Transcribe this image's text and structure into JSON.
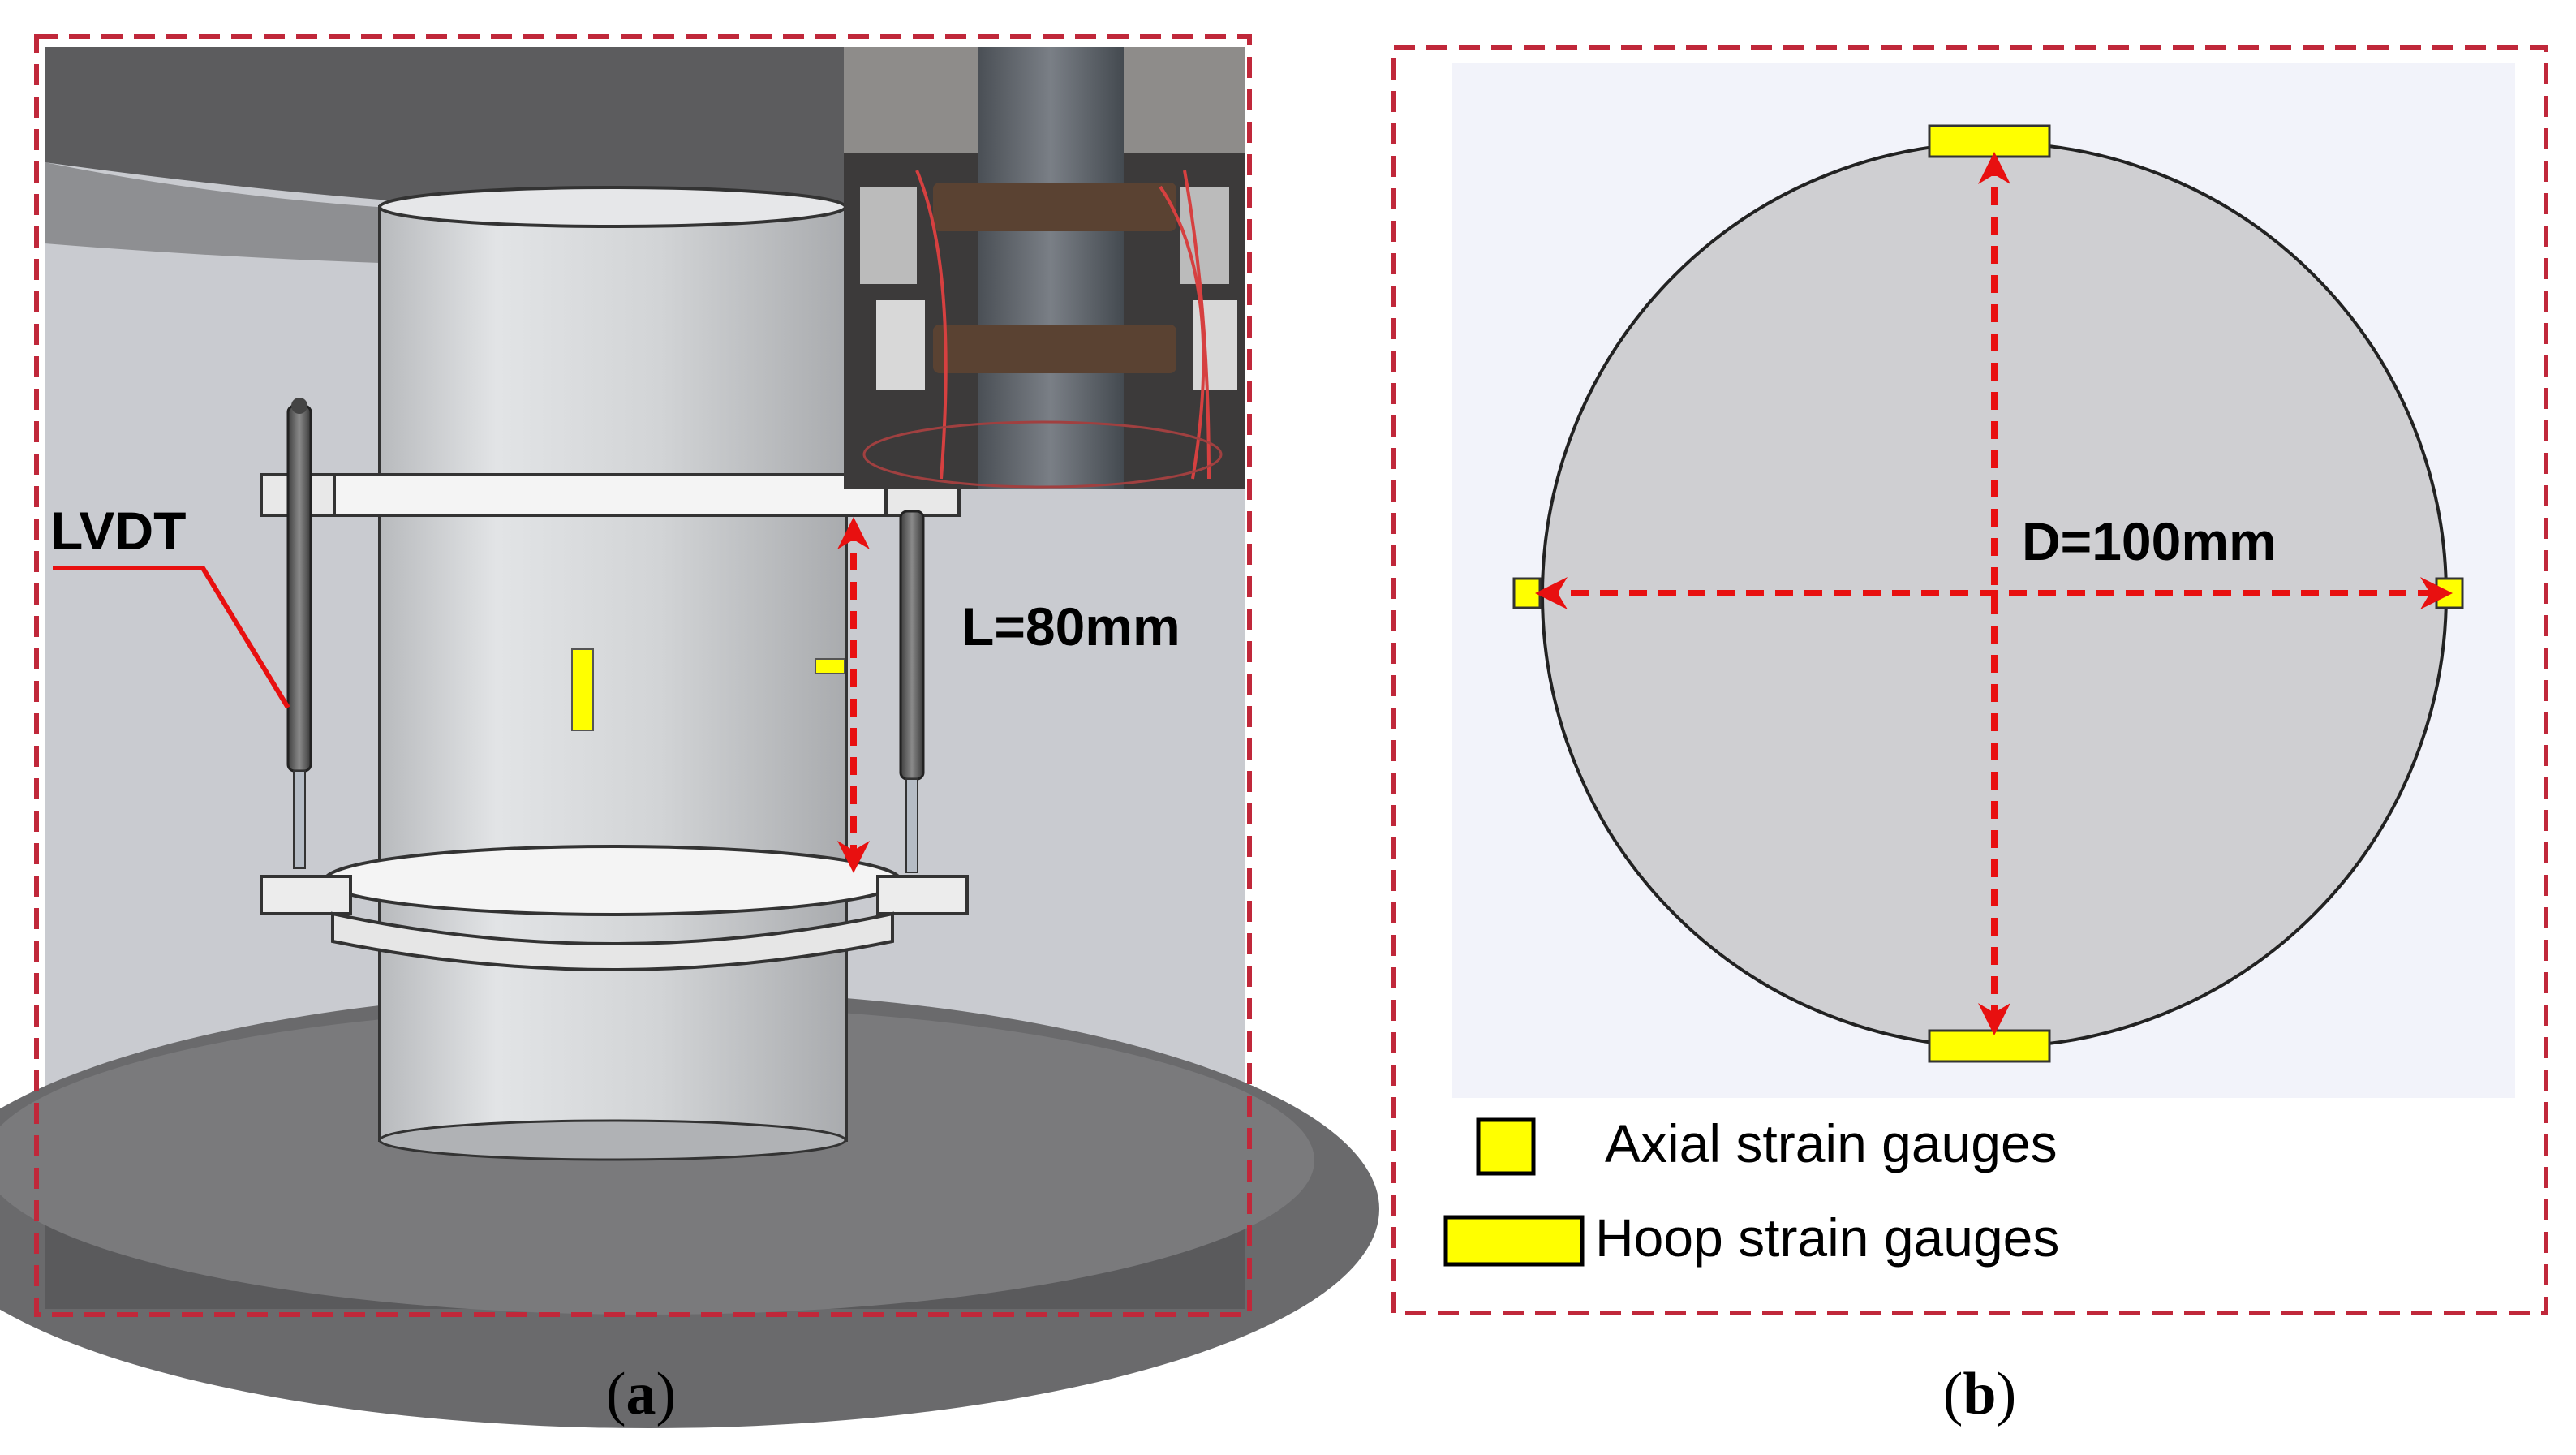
{
  "panel_a": {
    "lvdt_label": "LVDT",
    "gauge_length_label": "L=80mm",
    "caption_letter": "a"
  },
  "panel_b": {
    "diameter_label": "D=100mm",
    "caption_letter": "b",
    "legend": {
      "axial": "Axial strain gauges",
      "hoop": "Hoop strain gauges"
    }
  },
  "colors": {
    "frame_dash": "#c0283a",
    "dimension_arrow": "#e81010",
    "gauge_fill": "#ffff00",
    "specimen": "#d4d6d8",
    "circle_fill": "#cfcfd2",
    "panel_b_bg": "#f2f3fa"
  }
}
